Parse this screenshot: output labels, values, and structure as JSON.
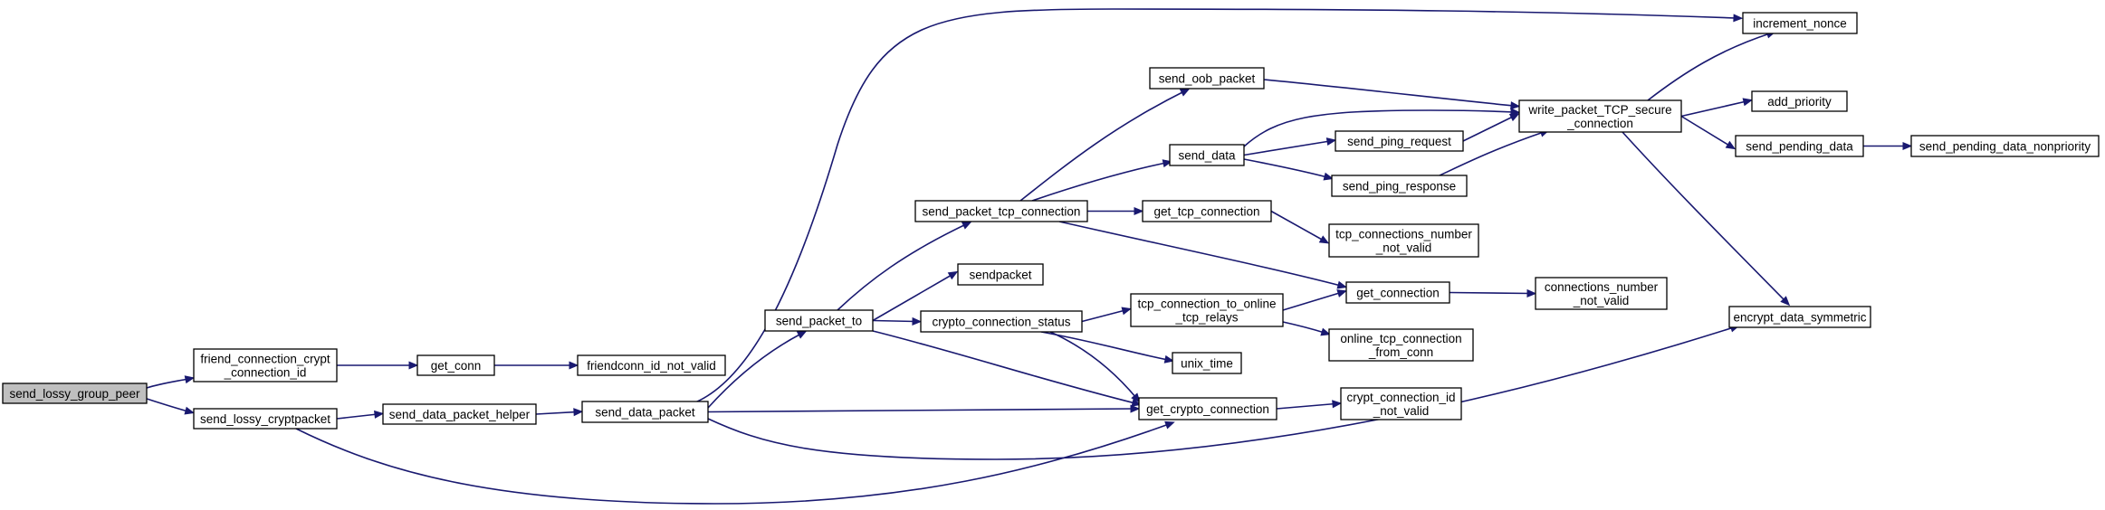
{
  "graph": {
    "colors": {
      "edge": "#191970",
      "root_fill": "#bfbfbf",
      "node_fill": "#ffffff",
      "border": "#000000"
    },
    "nodes": [
      {
        "id": "send_lossy_group_peer",
        "lines": [
          "send_lossy_group_peer"
        ],
        "root": true
      },
      {
        "id": "friend_connection_crypt_connection_id",
        "lines": [
          "friend_connection_crypt",
          "_connection_id"
        ]
      },
      {
        "id": "send_lossy_cryptpacket",
        "lines": [
          "send_lossy_cryptpacket"
        ]
      },
      {
        "id": "get_conn",
        "lines": [
          "get_conn"
        ]
      },
      {
        "id": "friendconn_id_not_valid",
        "lines": [
          "friendconn_id_not_valid"
        ]
      },
      {
        "id": "send_data_packet_helper",
        "lines": [
          "send_data_packet_helper"
        ]
      },
      {
        "id": "send_data_packet",
        "lines": [
          "send_data_packet"
        ]
      },
      {
        "id": "send_packet_to",
        "lines": [
          "send_packet_to"
        ]
      },
      {
        "id": "send_packet_tcp_connection",
        "lines": [
          "send_packet_tcp_connection"
        ]
      },
      {
        "id": "sendpacket",
        "lines": [
          "sendpacket"
        ]
      },
      {
        "id": "crypto_connection_status",
        "lines": [
          "crypto_connection_status"
        ]
      },
      {
        "id": "send_oob_packet",
        "lines": [
          "send_oob_packet"
        ]
      },
      {
        "id": "send_data",
        "lines": [
          "send_data"
        ]
      },
      {
        "id": "get_tcp_connection",
        "lines": [
          "get_tcp_connection"
        ]
      },
      {
        "id": "tcp_connection_to_online_tcp_relays",
        "lines": [
          "tcp_connection_to_online",
          "_tcp_relays"
        ]
      },
      {
        "id": "unix_time",
        "lines": [
          "unix_time"
        ]
      },
      {
        "id": "get_crypto_connection",
        "lines": [
          "get_crypto_connection"
        ]
      },
      {
        "id": "send_ping_request",
        "lines": [
          "send_ping_request"
        ]
      },
      {
        "id": "send_ping_response",
        "lines": [
          "send_ping_response"
        ]
      },
      {
        "id": "tcp_connections_number_not_valid",
        "lines": [
          "tcp_connections_number",
          "_not_valid"
        ]
      },
      {
        "id": "get_connection",
        "lines": [
          "get_connection"
        ]
      },
      {
        "id": "online_tcp_connection_from_conn",
        "lines": [
          "online_tcp_connection",
          "_from_conn"
        ]
      },
      {
        "id": "crypt_connection_id_not_valid",
        "lines": [
          "crypt_connection_id",
          "_not_valid"
        ]
      },
      {
        "id": "increment_nonce",
        "lines": [
          "increment_nonce"
        ]
      },
      {
        "id": "write_packet_TCP_secure_connection",
        "lines": [
          "write_packet_TCP_secure",
          "_connection"
        ]
      },
      {
        "id": "connections_number_not_valid",
        "lines": [
          "connections_number",
          "_not_valid"
        ]
      },
      {
        "id": "encrypt_data_symmetric",
        "lines": [
          "encrypt_data_symmetric"
        ]
      },
      {
        "id": "add_priority",
        "lines": [
          "add_priority"
        ]
      },
      {
        "id": "send_pending_data",
        "lines": [
          "send_pending_data"
        ]
      },
      {
        "id": "send_pending_data_nonpriority",
        "lines": [
          "send_pending_data_nonpriority"
        ]
      }
    ],
    "edges": [
      [
        "send_lossy_group_peer",
        "friend_connection_crypt_connection_id"
      ],
      [
        "send_lossy_group_peer",
        "send_lossy_cryptpacket"
      ],
      [
        "friend_connection_crypt_connection_id",
        "get_conn"
      ],
      [
        "get_conn",
        "friendconn_id_not_valid"
      ],
      [
        "send_lossy_cryptpacket",
        "send_data_packet_helper"
      ],
      [
        "send_lossy_cryptpacket",
        "get_crypto_connection"
      ],
      [
        "send_data_packet_helper",
        "send_data_packet"
      ],
      [
        "send_data_packet",
        "send_packet_to"
      ],
      [
        "send_data_packet",
        "increment_nonce"
      ],
      [
        "send_data_packet",
        "get_crypto_connection"
      ],
      [
        "send_data_packet",
        "encrypt_data_symmetric"
      ],
      [
        "send_packet_to",
        "send_packet_tcp_connection"
      ],
      [
        "send_packet_to",
        "sendpacket"
      ],
      [
        "send_packet_to",
        "crypto_connection_status"
      ],
      [
        "send_packet_to",
        "get_crypto_connection"
      ],
      [
        "send_packet_tcp_connection",
        "send_oob_packet"
      ],
      [
        "send_packet_tcp_connection",
        "send_data"
      ],
      [
        "send_packet_tcp_connection",
        "get_tcp_connection"
      ],
      [
        "send_packet_tcp_connection",
        "get_connection"
      ],
      [
        "crypto_connection_status",
        "tcp_connection_to_online_tcp_relays"
      ],
      [
        "crypto_connection_status",
        "unix_time"
      ],
      [
        "crypto_connection_status",
        "get_crypto_connection"
      ],
      [
        "send_oob_packet",
        "write_packet_TCP_secure_connection"
      ],
      [
        "send_data",
        "write_packet_TCP_secure_connection"
      ],
      [
        "send_data",
        "send_ping_request"
      ],
      [
        "send_data",
        "send_ping_response"
      ],
      [
        "get_tcp_connection",
        "tcp_connections_number_not_valid"
      ],
      [
        "tcp_connection_to_online_tcp_relays",
        "get_connection"
      ],
      [
        "tcp_connection_to_online_tcp_relays",
        "online_tcp_connection_from_conn"
      ],
      [
        "get_crypto_connection",
        "crypt_connection_id_not_valid"
      ],
      [
        "send_ping_request",
        "write_packet_TCP_secure_connection"
      ],
      [
        "send_ping_response",
        "write_packet_TCP_secure_connection"
      ],
      [
        "get_connection",
        "connections_number_not_valid"
      ],
      [
        "write_packet_TCP_secure_connection",
        "increment_nonce"
      ],
      [
        "write_packet_TCP_secure_connection",
        "add_priority"
      ],
      [
        "write_packet_TCP_secure_connection",
        "send_pending_data"
      ],
      [
        "write_packet_TCP_secure_connection",
        "encrypt_data_symmetric"
      ],
      [
        "send_pending_data",
        "send_pending_data_nonpriority"
      ]
    ]
  }
}
